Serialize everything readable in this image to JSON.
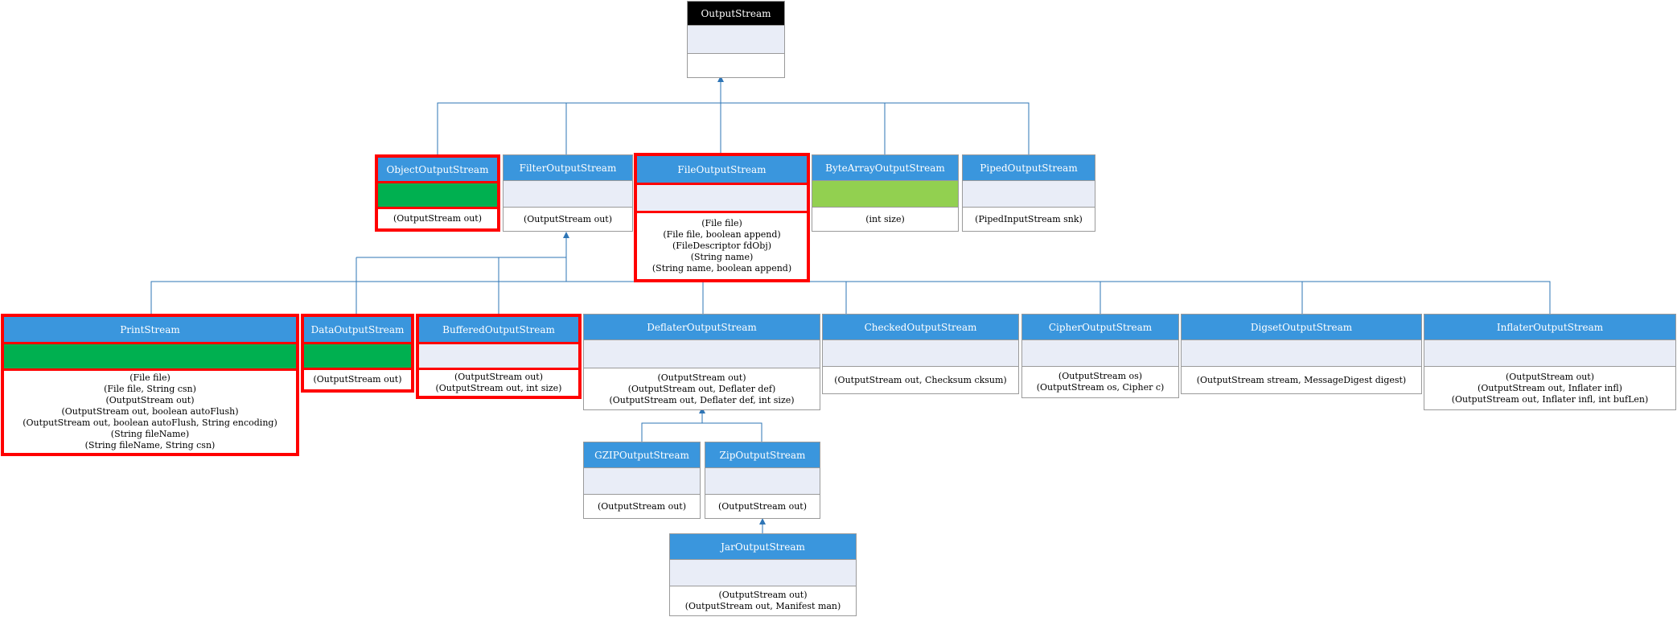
{
  "classes": {
    "outputstream": {
      "name": "OutputStream",
      "constructors": []
    },
    "objectoutputstream": {
      "name": "ObjectOutputStream",
      "constructors": [
        "(OutputStream out)"
      ]
    },
    "filteroutputstream": {
      "name": "FilterOutputStream",
      "constructors": [
        "(OutputStream out)"
      ]
    },
    "fileoutputstream": {
      "name": "FileOutputStream",
      "constructors": [
        "(File file)",
        "(File file, boolean append)",
        "(FileDescriptor fdObj)",
        "(String name)",
        "(String name, boolean append)"
      ]
    },
    "bytearrayoutputstream": {
      "name": "ByteArrayOutputStream",
      "constructors": [
        "(int size)"
      ]
    },
    "pipedoutputstream": {
      "name": "PipedOutputStream",
      "constructors": [
        "(PipedInputStream snk)"
      ]
    },
    "printstream": {
      "name": "PrintStream",
      "constructors": [
        "(File file)",
        "(File file, String csn)",
        "(OutputStream out)",
        "(OutputStream out, boolean autoFlush)",
        "(OutputStream out, boolean autoFlush, String encoding)",
        "(String fileName)",
        "(String fileName, String csn)"
      ]
    },
    "dataoutputstream": {
      "name": "DataOutputStream",
      "constructors": [
        "(OutputStream out)"
      ]
    },
    "bufferedoutputstream": {
      "name": "BufferedOutputStream",
      "constructors": [
        "(OutputStream out)",
        "(OutputStream out, int size)"
      ]
    },
    "deflateroutputstream": {
      "name": "DeflaterOutputStream",
      "constructors": [
        "(OutputStream out)",
        "(OutputStream out, Deflater def)",
        "(OutputStream out, Deflater def, int size)"
      ]
    },
    "checkedoutputstream": {
      "name": "CheckedOutputStream",
      "constructors": [
        "(OutputStream out, Checksum cksum)"
      ]
    },
    "cipheroutputstream": {
      "name": "CipherOutputStream",
      "constructors": [
        "(OutputStream os)",
        "(OutputStream os, Cipher c)"
      ]
    },
    "digsetoutputstream": {
      "name": "DigsetOutputStream",
      "constructors": [
        "(OutputStream stream, MessageDigest digest)"
      ]
    },
    "inflateroutputstream": {
      "name": "InflaterOutputStream",
      "constructors": [
        "(OutputStream out)",
        "(OutputStream out, Inflater infl)",
        "(OutputStream out, Inflater infl, int bufLen)"
      ]
    },
    "gzipoutputstream": {
      "name": "GZIPOutputStream",
      "constructors": [
        "(OutputStream out)"
      ]
    },
    "zipoutputstream": {
      "name": "ZipOutputStream",
      "constructors": [
        "(OutputStream out)"
      ]
    },
    "jaroutputstream": {
      "name": "JarOutputStream",
      "constructors": [
        "(OutputStream out)",
        "(OutputStream out, Manifest man)"
      ]
    }
  },
  "colors": {
    "title_fill": "#3a96dd",
    "root_title_fill": "#000000",
    "attr_fill": "#e9edf7",
    "highlight_border": "#ff0000",
    "green_fill": "#00b050",
    "light_green_fill": "#92d050",
    "connector": "#2e75b6"
  }
}
